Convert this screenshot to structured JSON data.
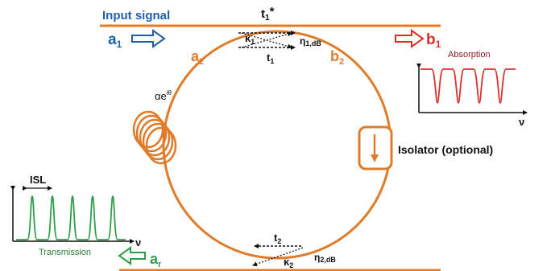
{
  "colors": {
    "waveguide": "#e07b2a",
    "blue_label": "#1f5fa8",
    "red_label": "#d9302c",
    "green_label": "#2e9e4a",
    "dark_red_text": "#8b1a1a",
    "dark_green_text": "#2e7d3a",
    "black": "#111111"
  },
  "labels": {
    "input_signal": "Input signal",
    "a1": "a",
    "a1_sub": "1",
    "b1": "b",
    "b1_sub": "1",
    "a2": "a",
    "a2_sub": "2",
    "b2": "b",
    "b2_sub": "2",
    "ar": "a",
    "ar_sub": "r",
    "t1_star": "t",
    "t1_star_sub": "1",
    "t1_star_mark": "*",
    "t1": "t",
    "t1_sub": "1",
    "kappa1": "κ",
    "kappa1_sub": "1",
    "eta1": "η",
    "eta1_sub": "1,dB",
    "t2": "t",
    "t2_sub": "2",
    "kappa2": "κ",
    "kappa2_sub": "2",
    "eta2": "η",
    "eta2_sub": "2,dB",
    "loss": "αe",
    "loss_sup": "iθ",
    "isolator": "Isolator (optional)",
    "isl": "ISL",
    "absorption": "Absorption",
    "transmission": "Transmission",
    "nu": "ν"
  },
  "icons": {
    "a1_arrow": "hollow-right-arrow",
    "b1_arrow": "hollow-right-arrow",
    "ar_arrow": "hollow-left-arrow",
    "isolator_arrow": "down-arrow",
    "fiber_coil": "coil"
  }
}
